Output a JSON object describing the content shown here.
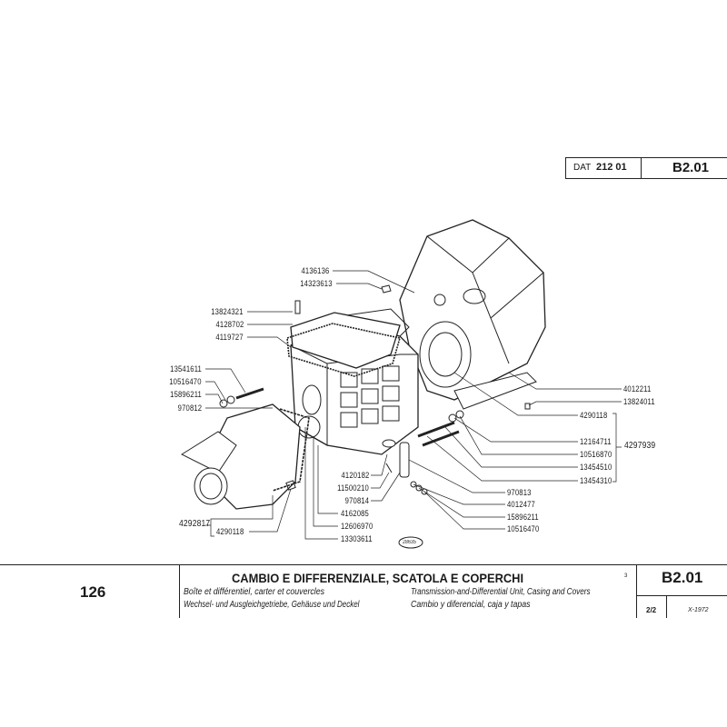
{
  "header": {
    "dat_prefix": "DAT",
    "dat_code": "212 01",
    "table_code": "B2.01"
  },
  "callouts": {
    "c4136136": "4136136",
    "c14323613": "14323613",
    "c13824321": "13824321",
    "c4128702": "4128702",
    "c4119727": "4119727",
    "c13541611": "13541611",
    "c10516470a": "10516470",
    "c15896211a": "15896211",
    "c970812": "970812",
    "c4012211": "4012211",
    "c13824011": "13824011",
    "c4290118a": "4290118",
    "c12164711": "12164711",
    "c10516870": "10516870",
    "c13454510": "13454510",
    "c13454310": "13454310",
    "c4297939": "4297939",
    "c970813": "970813",
    "c4012477": "4012477",
    "c15896211b": "15896211",
    "c10516470b": "10516470",
    "c4120182": "4120182",
    "c11500210": "11500210",
    "c970814": "970814",
    "c4162085": "4162085",
    "c12606970": "12606970",
    "c13303611": "13303611",
    "c4292817": "4292817",
    "c4290118b": "4290118",
    "drawing_no": "28635"
  },
  "footer": {
    "page_number": "126",
    "title_it": "CAMBIO E DIFFERENZIALE, SCATOLA E COPERCHI",
    "title_fr": "Boîte et différentiel, carter et couvercles",
    "title_de": "Wechsel- und Ausgleichgetriebe, Gehäuse und Deckel",
    "title_en": "Transmission-and-Differential Unit, Casing and Covers",
    "title_es": "Cambio y diferencial, caja y tapas",
    "note_mark": "3",
    "table_code": "B2.01",
    "sheet": "2/2",
    "date": "X-1972"
  }
}
